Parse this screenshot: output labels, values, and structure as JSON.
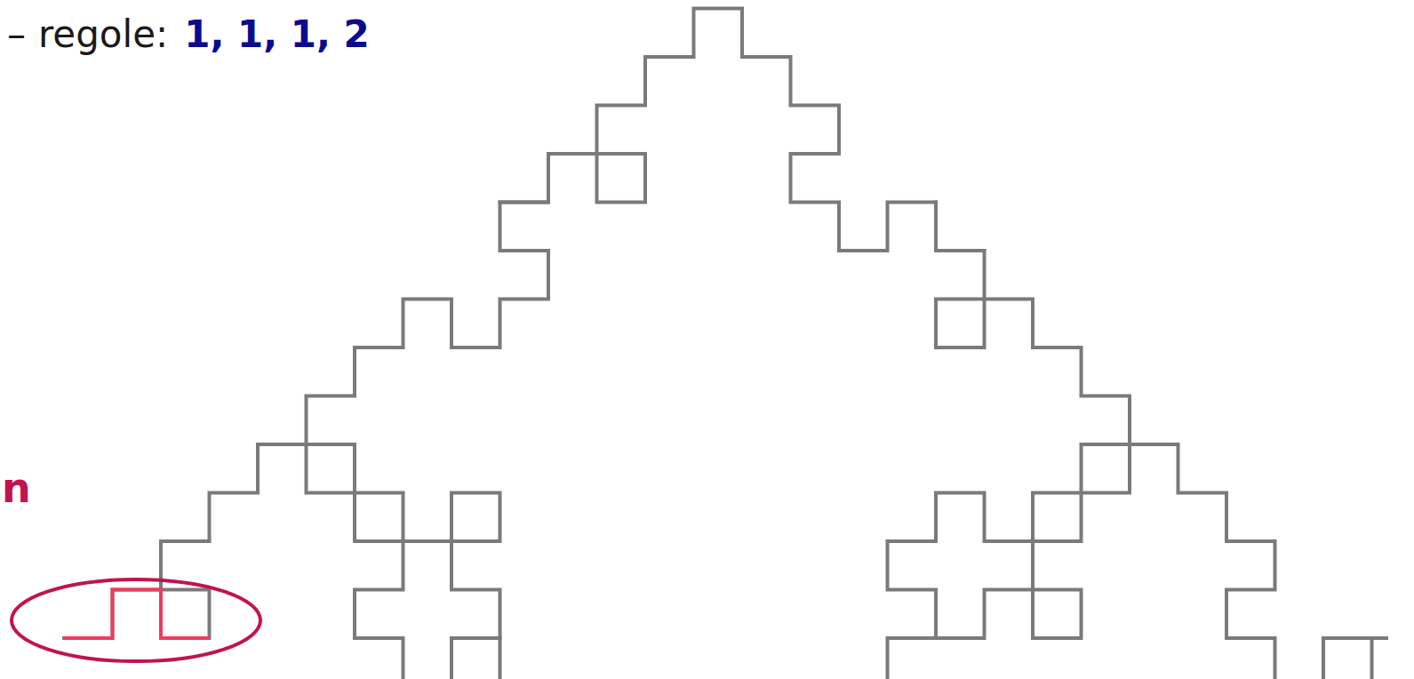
{
  "diagram": {
    "labels": [
      "–",
      "regole:",
      "1, 1, 1, 2",
      "n"
    ]
  }
}
